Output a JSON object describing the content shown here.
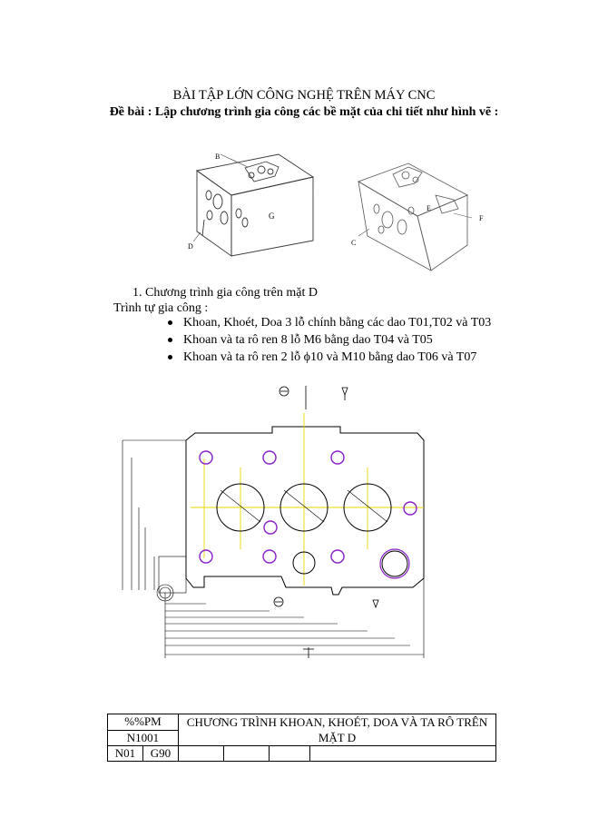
{
  "header": {
    "title": "BÀI TẬP LỚN CÔNG NGHỆ TRÊN MÁY CNC",
    "subtitle": "Đề bài : Lập chương trình gia công các bề mặt của chi tiết như hình vẽ :"
  },
  "top_figure": {
    "left_labels": {
      "b": "B",
      "g": "G",
      "d": "D"
    },
    "right_labels": {
      "e": "E",
      "f": "F",
      "c": "C"
    }
  },
  "section": {
    "heading": "1.  Chương trình gia công trên mặt D",
    "sequence_label": "Trình tự gia công :",
    "bullets": [
      "Khoan, Khoét, Doa 3 lỗ chính bằng các dao  T01,T02 và T03",
      "Khoan và ta rô ren 8 lỗ M6 bằng dao T04 và T05",
      "Khoan và ta rô ren 2 lỗ ϕ10 và M10 bằng dao T06 và T07"
    ]
  },
  "program_table": {
    "code_pm": "%%PM",
    "code_n": "N1001",
    "title": "CHƯƠNG TRÌNH KHOAN, KHOÉT, DOA VÀ TA RÔ TRÊN MẶT D",
    "row1": [
      "N01",
      "G90",
      "",
      "",
      "",
      ""
    ]
  }
}
